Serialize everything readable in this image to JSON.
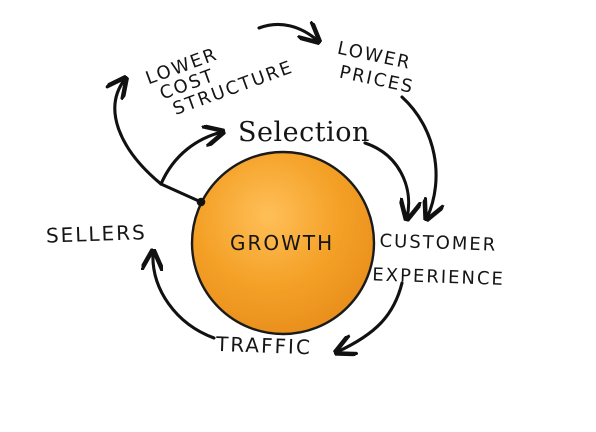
{
  "diagram": {
    "nodes": {
      "lower_cost_structure": [
        "LOWER",
        "COST",
        "STRUCTURE"
      ],
      "lower_prices": [
        "LOWER",
        "PRICES"
      ],
      "selection": "Selection",
      "sellers": "SELLERS",
      "growth": "GROWTH",
      "customer_experience": [
        "CUSTOMER",
        "EXPERIENCE"
      ],
      "traffic": "TRAFFIC"
    },
    "colors": {
      "growth_fill": "#f4a127",
      "growth_highlight": "#ffbf58",
      "growth_stroke": "#1a1a1a",
      "ink": "#111111"
    }
  }
}
